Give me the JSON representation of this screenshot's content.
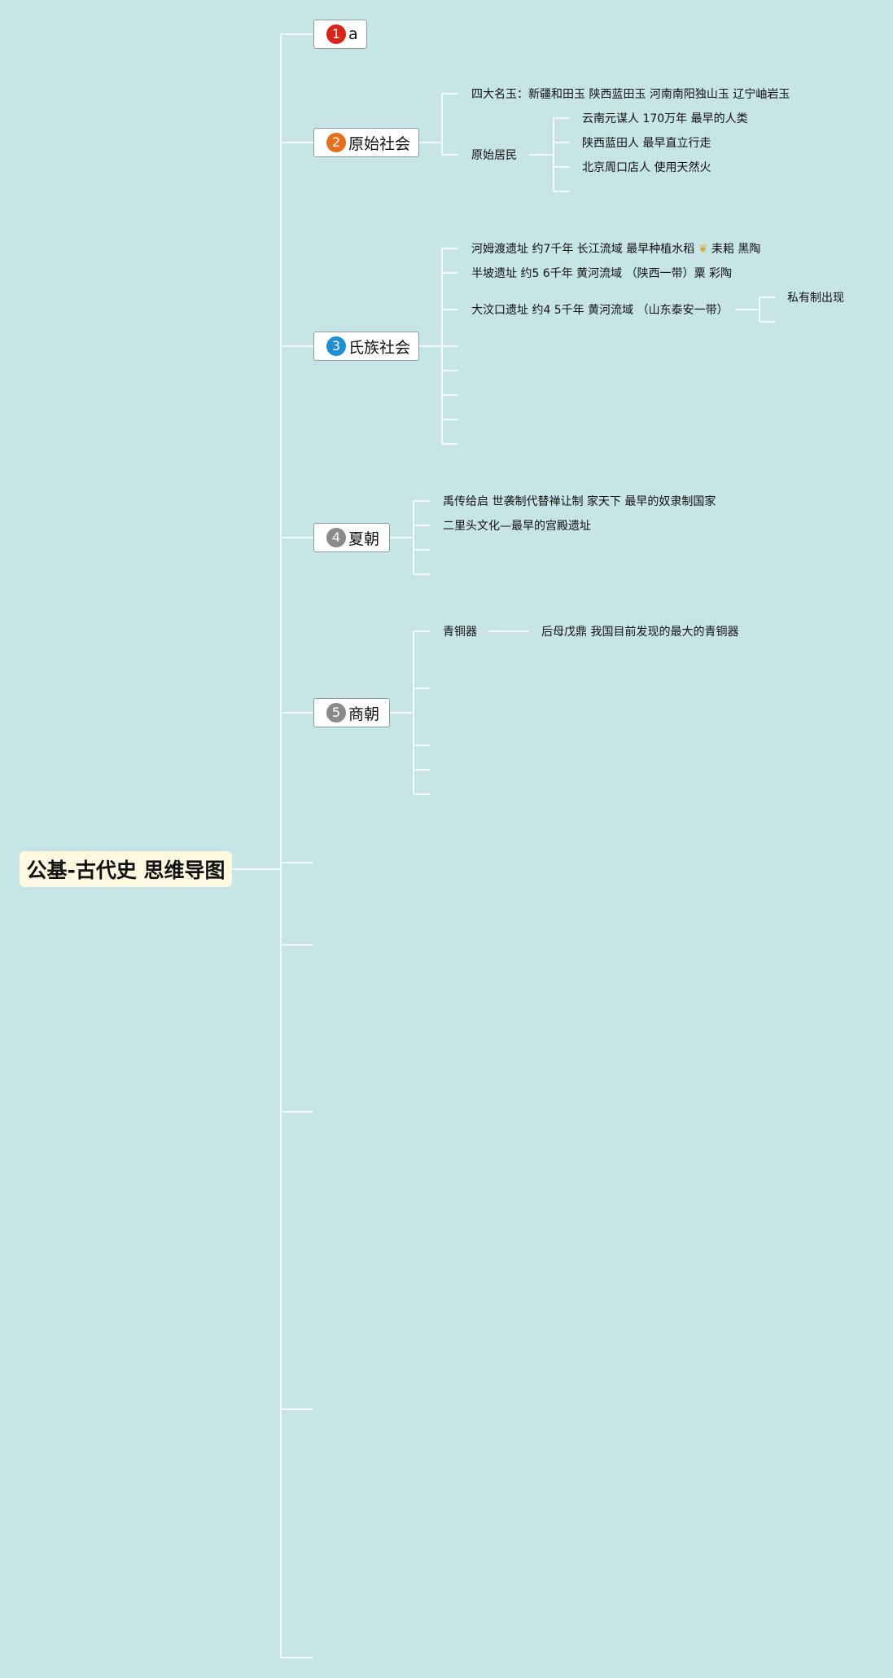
{
  "root": {
    "label": "公基-古代史 思维导图"
  },
  "colors": {
    "background": "#c7e4e6",
    "line": "#ffffff",
    "root_fill": "#fdf8e0"
  },
  "branches": [
    {
      "number": "1",
      "badge_color": "#d9241c",
      "label": "a",
      "children": []
    },
    {
      "number": "2",
      "badge_color": "#e4701e",
      "label": "原始社会",
      "children": [
        {
          "label": "四大名玉：新疆和田玉 陕西蓝田玉 河南南阳独山玉 辽宁岫岩玉"
        },
        {
          "label": "原始居民",
          "children": [
            {
              "label": "云南元谋人 170万年 最早的人类"
            },
            {
              "label": "陕西蓝田人 最早直立行走"
            },
            {
              "label": "北京周口店人 使用天然火"
            },
            {
              "label": ""
            }
          ]
        }
      ]
    },
    {
      "number": "3",
      "badge_color": "#1e8fd0",
      "label": "氏族社会",
      "children": [
        {
          "label": "河姆渡遗址 约7千年 长江流域 最早种植水稻",
          "icon": "rice-icon",
          "label_after": "耒耜 黑陶"
        },
        {
          "label": "半坡遗址 约5 6千年 黄河流域 （陕西一带）粟 彩陶"
        },
        {
          "label": "大汶口遗址 约4 5千年 黄河流域 （山东泰安一带）",
          "children": [
            {
              "label": "私有制出现"
            },
            {
              "label": ""
            }
          ]
        },
        {
          "label": ""
        },
        {
          "label": ""
        },
        {
          "label": ""
        },
        {
          "label": ""
        },
        {
          "label": ""
        }
      ]
    },
    {
      "number": "4",
      "badge_color": "#8a8a8a",
      "label": "夏朝",
      "children": [
        {
          "label": "禹传给启 世袭制代替禅让制 家天下 最早的奴隶制国家"
        },
        {
          "label": "二里头文化—最早的宫殿遗址"
        },
        {
          "label": ""
        },
        {
          "label": ""
        }
      ]
    },
    {
      "number": "5",
      "badge_color": "#8a8a8a",
      "label": "商朝",
      "children": [
        {
          "label": "青铜器",
          "children": [
            {
              "label": "后母戊鼎 我国目前发现的最大的青铜器"
            }
          ]
        },
        {
          "label": ""
        },
        {
          "label": ""
        },
        {
          "label": ""
        },
        {
          "label": ""
        }
      ]
    },
    {
      "label": ""
    },
    {
      "label": ""
    },
    {
      "label": ""
    },
    {
      "label": ""
    },
    {
      "label": ""
    }
  ]
}
